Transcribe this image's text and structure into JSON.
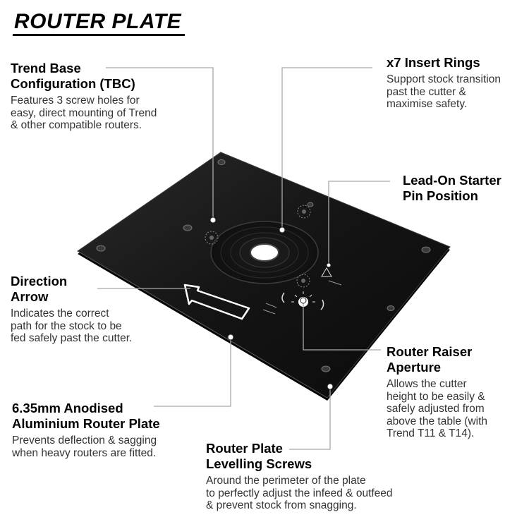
{
  "title": "ROUTER PLATE",
  "callouts": {
    "tbc": {
      "heading": [
        "Trend Base",
        "Configuration (TBC)"
      ],
      "desc": [
        "Features 3 screw holes for",
        "easy, direct mounting of Trend",
        "& other compatible routers."
      ]
    },
    "rings": {
      "heading": [
        "x7 Insert Rings"
      ],
      "desc": [
        "Support stock transition",
        "past the cutter &",
        "maximise safety."
      ]
    },
    "leadon": {
      "heading": [
        "Lead-On Starter",
        "Pin Position"
      ],
      "desc": []
    },
    "arrow": {
      "heading": [
        "Direction",
        "Arrow"
      ],
      "desc": [
        "Indicates the correct",
        "path for the stock to be",
        "fed safely past the cutter."
      ]
    },
    "raiser": {
      "heading": [
        "Router Raiser",
        "Aperture"
      ],
      "desc": [
        "Allows the cutter",
        "height to be easily &",
        "safely adjusted from",
        "above the table (with",
        "Trend T11 & T14)."
      ]
    },
    "plate": {
      "heading": [
        "6.35mm Anodised",
        "Aluminium Router Plate"
      ],
      "desc": [
        "Prevents deflection & sagging",
        "when heavy routers are fitted."
      ]
    },
    "screws": {
      "heading": [
        "Router Plate",
        "Levelling Screws"
      ],
      "desc": [
        "Around the perimeter of the plate",
        "to perfectly adjust the infeed & outfeed",
        "& prevent stock from snagging."
      ]
    }
  },
  "colors": {
    "plate": "#141414",
    "plate_edge": "#2a2a2a",
    "leader": "#a8a8a8",
    "text": "#111111"
  }
}
